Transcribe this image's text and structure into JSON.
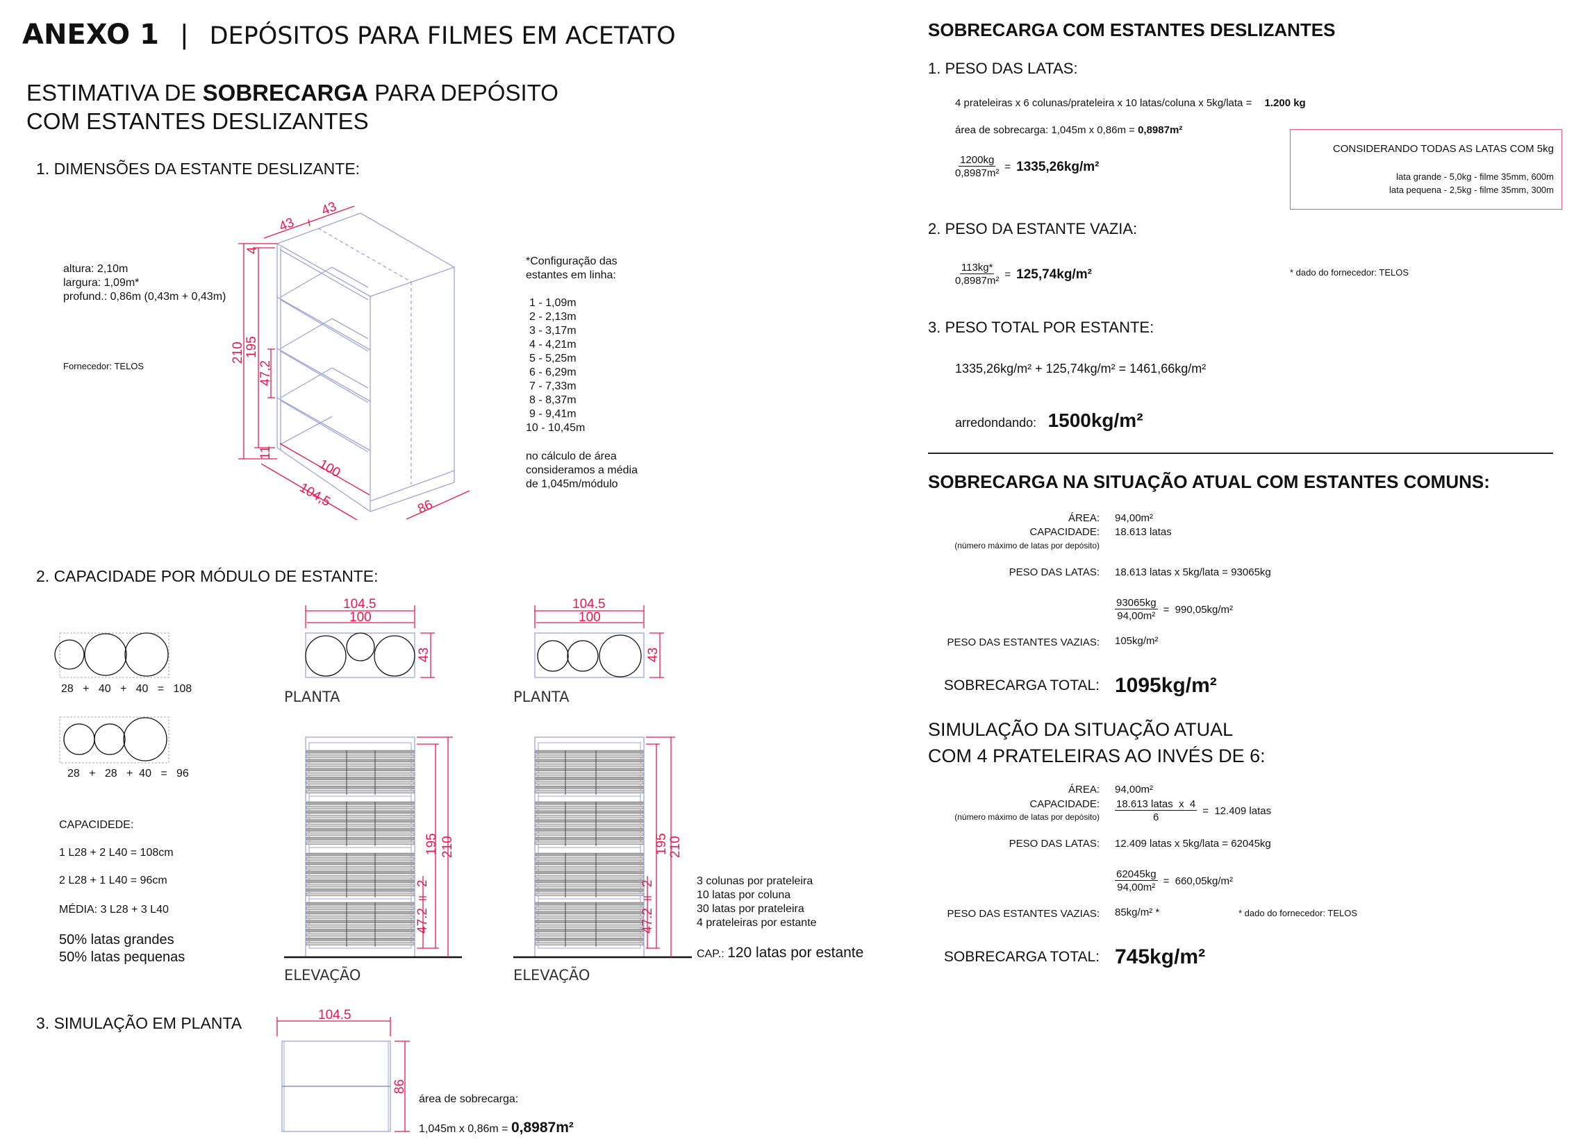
{
  "header": {
    "anexo": "ANEXO 1",
    "sep": "|",
    "title": "DEPÓSITOS PARA FILMES EM ACETATO"
  },
  "subtitle": {
    "pre": "ESTIMATIVA DE ",
    "bold": "SOBRECARGA",
    "post": " PARA DEPÓSITO",
    "line2": "COM ESTANTES DESLIZANTES"
  },
  "s1": {
    "heading": "1.  DIMENSÕES DA ESTANTE DESLIZANTE:",
    "specs": [
      "altura:  2,10m",
      "largura: 1,09m*",
      "profund.: 0,86m  (0,43m + 0,43m)"
    ],
    "supplier": "Fornecedor: TELOS",
    "config_title": [
      "*Configuração das",
      "estantes em linha:"
    ],
    "config": [
      "1 - 1,09m",
      "2 - 2,13m",
      "3 - 3,17m",
      "4 - 4,21m",
      "5 - 5,25m",
      "6 - 6,29m",
      "7 - 7,33m",
      "8 - 8,37m",
      "9 - 9,41m",
      "10 - 10,45m"
    ],
    "note": [
      "no cálculo de área",
      "consideramos a média",
      "de 1,045m/módulo"
    ],
    "dims": {
      "d43a": "43",
      "d43b": "43",
      "d4": "4",
      "d210": "210",
      "d195": "195",
      "d47": "47,2",
      "d11": "11",
      "d100": "100",
      "d1045": "104,5",
      "d86": "86"
    }
  },
  "s2": {
    "heading": "2.  CAPACIDADE POR MÓDULO DE ESTANTE:",
    "combo1": "28   +   40   +   40   =   108",
    "combo2": "28   +   28   +  40   =   96",
    "capacity_title": "CAPACIDEDE:",
    "cap_l1": "1 L28 + 2 L40 = 108cm",
    "cap_l2": "2 L28 + 1 L40 = 96cm",
    "media": "MÉDIA: 3 L28 + 3 L40",
    "pct1": "50% latas grandes",
    "pct2": "50% latas pequenas",
    "plan_label": "PLANTA",
    "elev_label": "ELEVAÇÃO",
    "dims": {
      "w1045": "104.5",
      "w100": "100",
      "d43": "43",
      "h195": "195",
      "h210": "210",
      "h2": "2",
      "h47": "47.2"
    },
    "notes": [
      "3 colunas por prateleira",
      "10 latas por coluna",
      "30 latas por prateleira",
      "4 prateleiras por estante"
    ],
    "cap_label": "CAP.:",
    "cap_value": "120 latas por estante"
  },
  "s3": {
    "heading": "3.  SIMULAÇÃO EM PLANTA",
    "w": "104.5",
    "d": "86",
    "area_label": "área de sobrecarga:",
    "area_calc": "1,045m x 0,86m = ",
    "area_result": "0,8987m²"
  },
  "r1": {
    "title": "SOBRECARGA COM ESTANTES DESLIZANTES",
    "p1": {
      "heading": "1.  PESO DAS LATAS:",
      "calc": "4 prateleiras  x  6 colunas/prateleira  x  10 latas/coluna  x  5kg/lata  =",
      "calc_result": "1.200 kg",
      "area_label": "área de sobrecarga:   1,045m x 0,86m = ",
      "area_result": "0,8987m²",
      "num": "1200kg",
      "den": "0,8987m²",
      "eq": "=",
      "result": "1335,26kg/m²"
    },
    "box": {
      "title": "CONSIDERANDO TODAS AS LATAS COM 5kg",
      "l1": "lata grande - 5,0kg - filme 35mm, 600m",
      "l2": "lata pequena - 2,5kg - filme 35mm, 300m"
    },
    "p2": {
      "heading": "2.  PESO DA ESTANTE VAZIA:",
      "num": "113kg*",
      "den": "0,8987m²",
      "eq": "=",
      "result": "125,74kg/m²",
      "footnote": "* dado do fornecedor: TELOS"
    },
    "p3": {
      "heading": "3.  PESO TOTAL POR ESTANTE:",
      "sum": "1335,26kg/m² + 125,74kg/m² = 1461,66kg/m²",
      "round_label": "arredondando:",
      "round_value": "1500kg/m²"
    }
  },
  "r2": {
    "title": "SOBRECARGA NA SITUAÇÃO ATUAL COM ESTANTES COMUNS:",
    "area_label": "ÁREA:",
    "area": "94,00m²",
    "cap_label": "CAPACIDADE:",
    "cap": "18.613 latas",
    "cap_note": "(número máximo de latas por depósito)",
    "weight_label": "PESO DAS LATAS:",
    "weight": "18.613 latas  x  5kg/lata  =  93065kg",
    "num": "93065kg",
    "den": "94,00m²",
    "eq": "=  990,05kg/m²",
    "empty_label": "PESO DAS ESTANTES VAZIAS:",
    "empty": "105kg/m²",
    "total_label": "SOBRECARGA TOTAL:",
    "total": "1095kg/m²"
  },
  "r3": {
    "title1": "SIMULAÇÃO DA SITUAÇÃO ATUAL",
    "title2": "COM 4 PRATELEIRAS AO INVÉS DE 6:",
    "area_label": "ÁREA:",
    "area": "94,00m²",
    "cap_label": "CAPACIDADE:",
    "cap_num": "18.613 latas  x  4",
    "cap_den": "6",
    "cap_eq": "=  12.409 latas",
    "cap_note": "(número máximo de latas por depósito)",
    "weight_label": "PESO DAS LATAS:",
    "weight": "12.409 latas  x  5kg/lata  =  62045kg",
    "num": "62045kg",
    "den": "94,00m²",
    "eq": "=  660,05kg/m²",
    "empty_label": "PESO DAS ESTANTES VAZIAS:",
    "empty": "85kg/m² *",
    "footnote": "* dado do fornecedor: TELOS",
    "total_label": "SOBRECARGA TOTAL:",
    "total": "745kg/m²"
  },
  "colors": {
    "dimension": "#e8174f",
    "cad_line": "#9aa6d8",
    "box_border": "#e8577e"
  }
}
